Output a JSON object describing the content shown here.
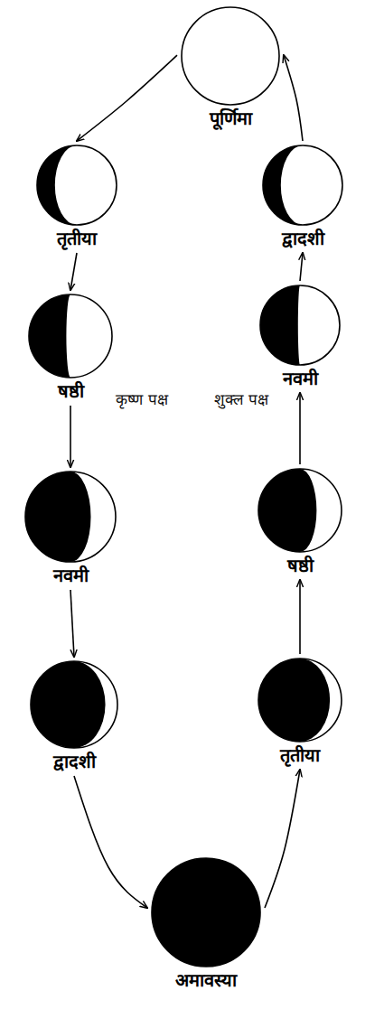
{
  "diagram": {
    "nodes": [
      {
        "text": [
          "पूर्णिमा"
        ]
      },
      {
        "text": [
          "तृतीया"
        ]
      },
      {
        "text": [
          "षष्ठी"
        ]
      },
      {
        "text": [
          "नवमी"
        ]
      },
      {
        "text": [
          "द्वादशी"
        ]
      },
      {
        "text": [
          "अमावस्या"
        ]
      },
      {
        "text": [
          "तृतीया"
        ]
      },
      {
        "text": [
          "षष्ठी"
        ]
      },
      {
        "text": [
          "नवमी"
        ]
      },
      {
        "text": [
          "द्वादशी"
        ]
      }
    ],
    "edges": [
      {
        "from": 0,
        "to": 1,
        "arrow": "to"
      },
      {
        "from": 1,
        "to": 2,
        "arrow": "to"
      },
      {
        "from": 2,
        "to": 3,
        "arrow": "to"
      },
      {
        "from": 3,
        "to": 4,
        "arrow": "to"
      },
      {
        "from": 4,
        "to": 5,
        "arrow": "to"
      },
      {
        "from": 5,
        "to": 6,
        "arrow": "to"
      },
      {
        "from": 6,
        "to": 7,
        "arrow": "to"
      },
      {
        "from": 7,
        "to": 8,
        "arrow": "to"
      },
      {
        "from": 8,
        "to": 9,
        "arrow": "to"
      },
      {
        "from": 9,
        "to": 0,
        "arrow": "to"
      }
    ],
    "labels": [
      "कृष्ण पक्ष",
      "शुक्ल पक्ष"
    ]
  }
}
